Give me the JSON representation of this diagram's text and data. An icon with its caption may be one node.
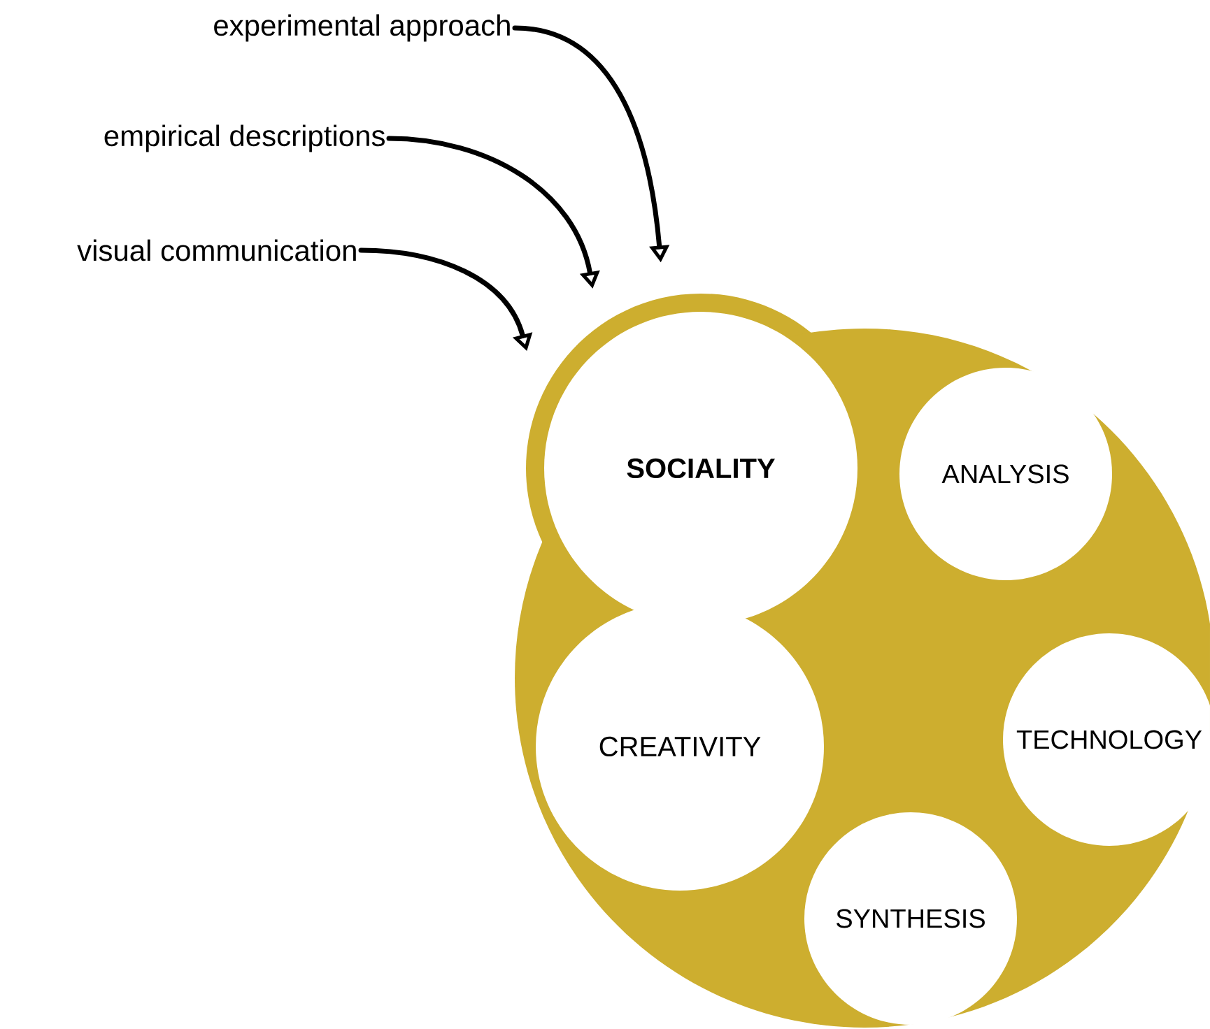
{
  "diagram": {
    "nodes": [
      {
        "text": [
          "experimental approach"
        ]
      },
      {
        "text": [
          "empirical descriptions"
        ]
      },
      {
        "text": [
          "visual communication"
        ]
      },
      {
        "text": [],
        "shape": "circle"
      },
      {
        "text": [
          "SOCIALITY"
        ],
        "in": 3
      },
      {
        "text": [
          "ANALYSIS"
        ],
        "in": 3
      },
      {
        "text": [
          "CREATIVITY"
        ],
        "in": 3
      },
      {
        "text": [
          "TECHNOLOGY"
        ],
        "in": 3
      },
      {
        "text": [
          "SYNTHESIS"
        ],
        "in": 3
      }
    ],
    "edges": [
      {
        "from": 0,
        "to": 4,
        "arrow": "to"
      },
      {
        "from": 1,
        "to": 4,
        "arrow": "to"
      },
      {
        "from": 2,
        "to": 4,
        "arrow": "to"
      }
    ]
  }
}
